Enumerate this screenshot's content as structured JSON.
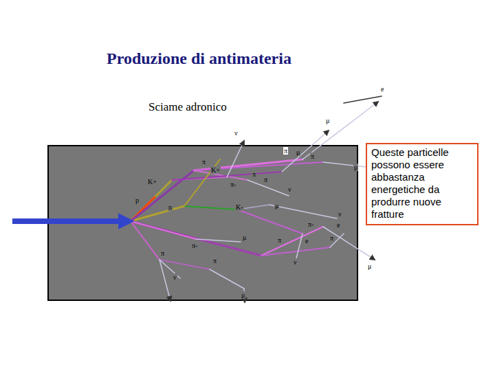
{
  "diagram": {
    "title": "Produzione di antimateria",
    "nodes": [
      {
        "text": [
          "Queste particelle possono essere abbastanza energetiche da produrre nuove fratture"
        ]
      }
    ],
    "labels": [
      "Sciame adronico",
      "e",
      "μ",
      "ν",
      "π",
      "μ",
      "π",
      "π",
      "K+",
      "μ",
      "K+",
      "π",
      "π",
      "π-",
      "ν",
      "p",
      "n",
      "K-",
      "μ",
      "ν",
      "π-",
      "e",
      "μ",
      "π",
      "e",
      "π",
      "π-",
      "π",
      "π",
      "ν",
      "μ",
      "ν",
      "μ"
    ]
  }
}
